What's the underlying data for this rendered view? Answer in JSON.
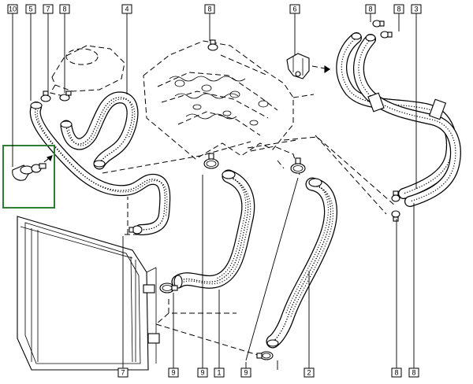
{
  "diagram": {
    "callouts_top": [
      "10",
      "5",
      "7",
      "8",
      "4",
      "8",
      "6",
      "8",
      "8",
      "3"
    ],
    "callouts_bottom": [
      "7",
      "9",
      "9",
      "1",
      "9",
      "2",
      "8",
      "8"
    ],
    "highlight_color": "#2e7d32",
    "hose_color": "#000000"
  }
}
